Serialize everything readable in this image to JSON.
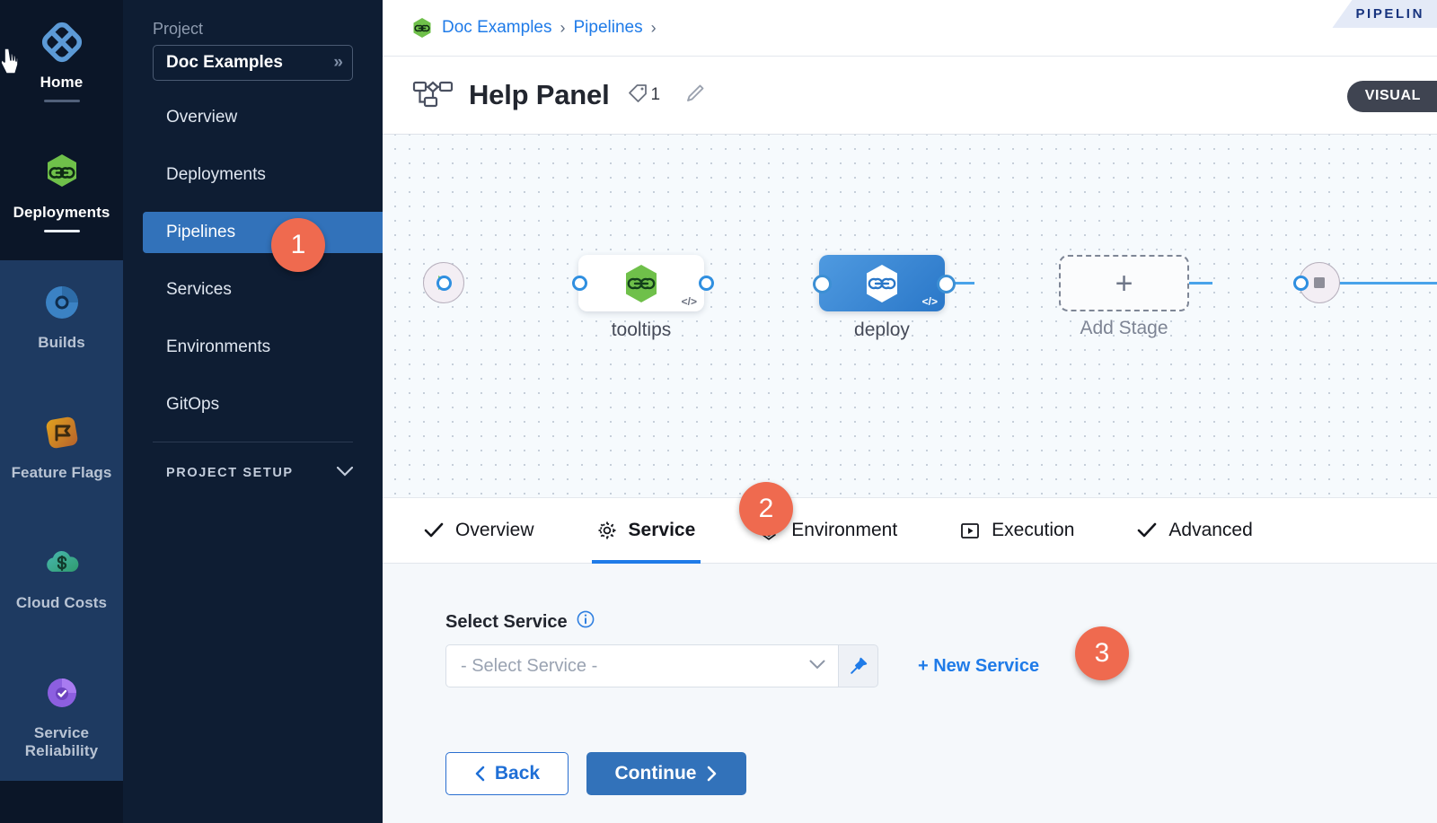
{
  "rail": {
    "items": [
      {
        "label": "Home",
        "icon": "home-diamond-icon",
        "active": true
      },
      {
        "label": "Deployments",
        "icon": "deployments-hex-icon",
        "active": true
      },
      {
        "label": "Builds",
        "icon": "builds-icon",
        "active": false
      },
      {
        "label": "Feature Flags",
        "icon": "feature-flags-icon",
        "active": false
      },
      {
        "label": "Cloud Costs",
        "icon": "cloud-costs-icon",
        "active": false
      },
      {
        "label": "Service Reliability",
        "icon": "service-reliability-icon",
        "active": false
      }
    ]
  },
  "sidebar": {
    "project_caption": "Project",
    "project_name": "Doc Examples",
    "items": [
      {
        "label": "Overview",
        "selected": false
      },
      {
        "label": "Deployments",
        "selected": false
      },
      {
        "label": "Pipelines",
        "selected": true
      },
      {
        "label": "Services",
        "selected": false
      },
      {
        "label": "Environments",
        "selected": false
      },
      {
        "label": "GitOps",
        "selected": false
      }
    ],
    "setup_label": "PROJECT SETUP"
  },
  "breadcrumb": {
    "items": [
      "Doc Examples",
      "Pipelines"
    ],
    "separator": "›",
    "ribbon_label": "PIPELIN"
  },
  "header": {
    "title": "Help Panel",
    "tag_count": "1",
    "mode_badge": "VISUAL"
  },
  "canvas": {
    "start_node": "start-node",
    "end_node": "end-node",
    "stages": [
      {
        "name": "tooltips",
        "type": "service",
        "style": "white",
        "code_badge": "</>"
      },
      {
        "name": "deploy",
        "type": "deployment",
        "style": "blue",
        "code_badge": "</>"
      },
      {
        "name": "Add Stage",
        "type": "add",
        "style": "dashed",
        "symbol": "+"
      }
    ]
  },
  "tabs": [
    {
      "label": "Overview",
      "icon": "check-icon",
      "active": false
    },
    {
      "label": "Service",
      "icon": "gear-icon",
      "active": true
    },
    {
      "label": "Environment",
      "icon": "layers-icon",
      "active": false
    },
    {
      "label": "Execution",
      "icon": "play-box-icon",
      "active": false
    },
    {
      "label": "Advanced",
      "icon": "check-icon",
      "active": false
    }
  ],
  "form": {
    "select_service_label": "Select Service",
    "select_placeholder": "- Select Service -",
    "new_service_link": "+ New Service",
    "back_label": "Back",
    "continue_label": "Continue"
  },
  "step_badges": [
    {
      "number": "1",
      "target": "sidebar-item-pipelines"
    },
    {
      "number": "2",
      "target": "tab-service"
    },
    {
      "number": "3",
      "target": "new-service-link"
    }
  ],
  "colors": {
    "accent_blue": "#1f7be8",
    "badge_orange": "#ef6a4f",
    "rail_dark": "#0b1628",
    "sidebar_dark": "#0e1d33",
    "selected_blue": "#3272ba",
    "deployments_green": "#6fc04a"
  }
}
